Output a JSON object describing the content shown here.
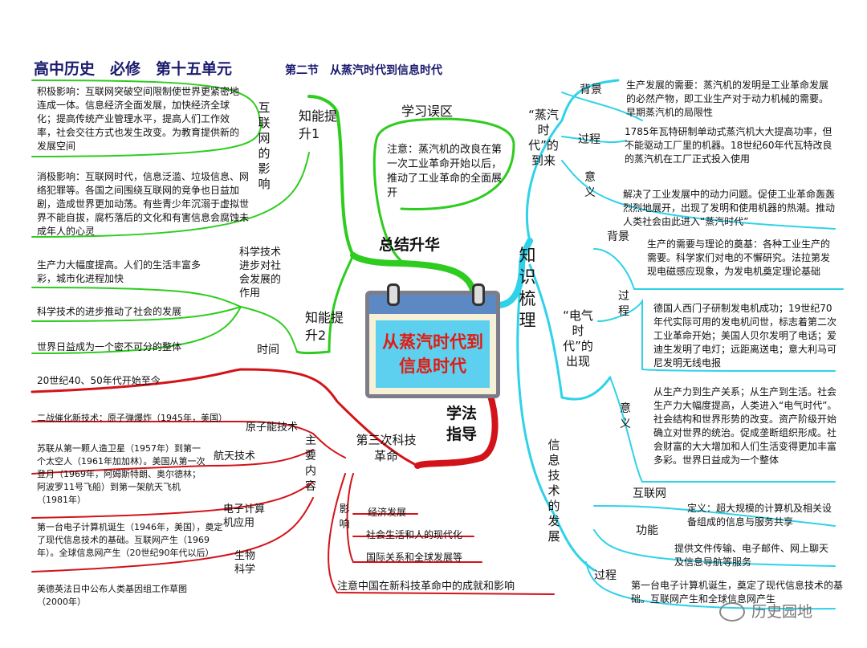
{
  "header": {
    "title": "高中历史　必修　第十五单元",
    "subtitle": "第二节　从蒸汽时代到信息时代"
  },
  "center": {
    "title": "从蒸汽时代到信息时代"
  },
  "branches": {
    "summary": "总结升华",
    "knowledge": "知识梳理",
    "method": "学法指导"
  },
  "summary": {
    "mistake_title": "学习误区",
    "mistake_text": "注意：蒸汽机的改良在第一次工业革命开始以后，推动了工业革命的全面展开",
    "ability1": "知能提升1",
    "internet_impact": "互联网的影响",
    "positive": "积极影响：互联网突破空间限制使世界更紧密地连成一体。信息经济全面发展，加快经济全球化；提高传统产业管理水平，提高人们工作效率，社会交往方式也发生改变。为教育提供新的发展空间",
    "negative": "消极影响：互联网时代，信息泛滥、垃圾信息、网络犯罪等。各国之间围绕互联网的竞争也日益加剧，造成世界更加动荡。有些青少年沉溺于虚拟世界不能自拔，腐朽落后的文化和有害信息会腐蚀未成年人的心灵",
    "ability2": "知能提升2",
    "tech_society": "科学技术进步对社会发展的作用",
    "effects": [
      "生产力大幅度提高。人们的生活丰富多彩，城市化进程加快",
      "科学技术的进步推动了社会的发展",
      "世界日益成为一个密不可分的整体"
    ]
  },
  "knowledge": {
    "steam": {
      "title": "“蒸汽时代”的到来",
      "bg_label": "背景",
      "bg_text": "生产发展的需要：蒸汽机的发明是工业革命发展的必然产物，即工业生产对于动力机械的需要。早期蒸汽机的局限性",
      "process_label": "过程",
      "process_text": "1785年瓦特研制单动式蒸汽机大大提高功率，但不能驱动工厂里的机器。18世纪60年代瓦特改良的蒸汽机在工厂正式投入使用",
      "meaning_label": "意义",
      "meaning_text": "解决了工业发展中的动力问题。促使工业革命轰轰烈烈地展开，出现了发明和使用机器的热潮。推动人类社会由此进入“蒸汽时代”"
    },
    "electric": {
      "title": "“电气时代”的出现",
      "bg_label": "背景",
      "bg_text": "生产的需要与理论的奠基：各种工业生产的需要。科学家们对电的不懈研究。法拉第发现电磁感应现象，为发电机奠定理论基础",
      "process_label": "过程",
      "process_text": "德国人西门子研制发电机成功；19世纪70年代实际可用的发电机问世，标志着第二次工业革命开始；美国人贝尔发明了电话；爱迪生发明了电灯；远距离送电；意大利马可尼发明无线电报",
      "meaning_label": "意义",
      "meaning_text": "从生产力到生产关系；从生产到生活。社会生产力大幅度提高，人类进入“电气时代”。社会结构和世界形势的改变。资产阶级开始确立对世界的统治。促成垄断组织形成。社会财富的大大增加和人们生活变得更加丰富多彩。世界日益成为一个整体"
    },
    "info": {
      "title": "信息技术的发展",
      "internet_label": "互联网",
      "internet_text": "定义：超大规模的计算机及相关设备组成的信息与服务共享",
      "function_label": "功能",
      "function_text": "提供文件传输、电子邮件、网上聊天及信息导航等服务",
      "process_label": "过程",
      "process_text": "第一台电子计算机诞生，奠定了现代信息技术的基础。互联网产生和全球信息网产生"
    }
  },
  "method": {
    "time_label": "时间",
    "time_text": "20世纪40、50年代开始至今",
    "third_rev": "第三次科技革命",
    "main_content": "主要内容",
    "atomic_label": "原子能技术",
    "atomic_text": "二战催化新技术：原子弹爆炸（1945年，美国）",
    "space_label": "航天技术",
    "space_text": "苏联从第一颗人造卫星（1957年）到第一个太空人（1961年加加林）。美国从第一次登月（1969年，阿姆斯特朗、奥尔德林；阿波罗11号飞船）到第一架航天飞机（1981年）",
    "computer_label": "电子计算机应用",
    "computer_text": "第一台电子计算机诞生（1946年，美国），奠定了现代信息技术的基础。互联网产生（1969年）。全球信息网产生（20世纪90年代以后）",
    "bio_label": "生物科学",
    "bio_text": "美德英法日中公布人类基因组工作草图（2000年）",
    "influence": "影响",
    "influence_items": [
      "经济发展",
      "社会生活和人的现代化",
      "国际关系和全球发展等"
    ],
    "china_note": "注意中国在新科技革命中的成就和影响"
  },
  "watermark": "历史园地",
  "colors": {
    "green": "#2ecc1f",
    "cyan": "#2fd2e8",
    "red": "#d2141a",
    "title_blue": "#1a1a6e",
    "center_text": "#e21b12"
  }
}
